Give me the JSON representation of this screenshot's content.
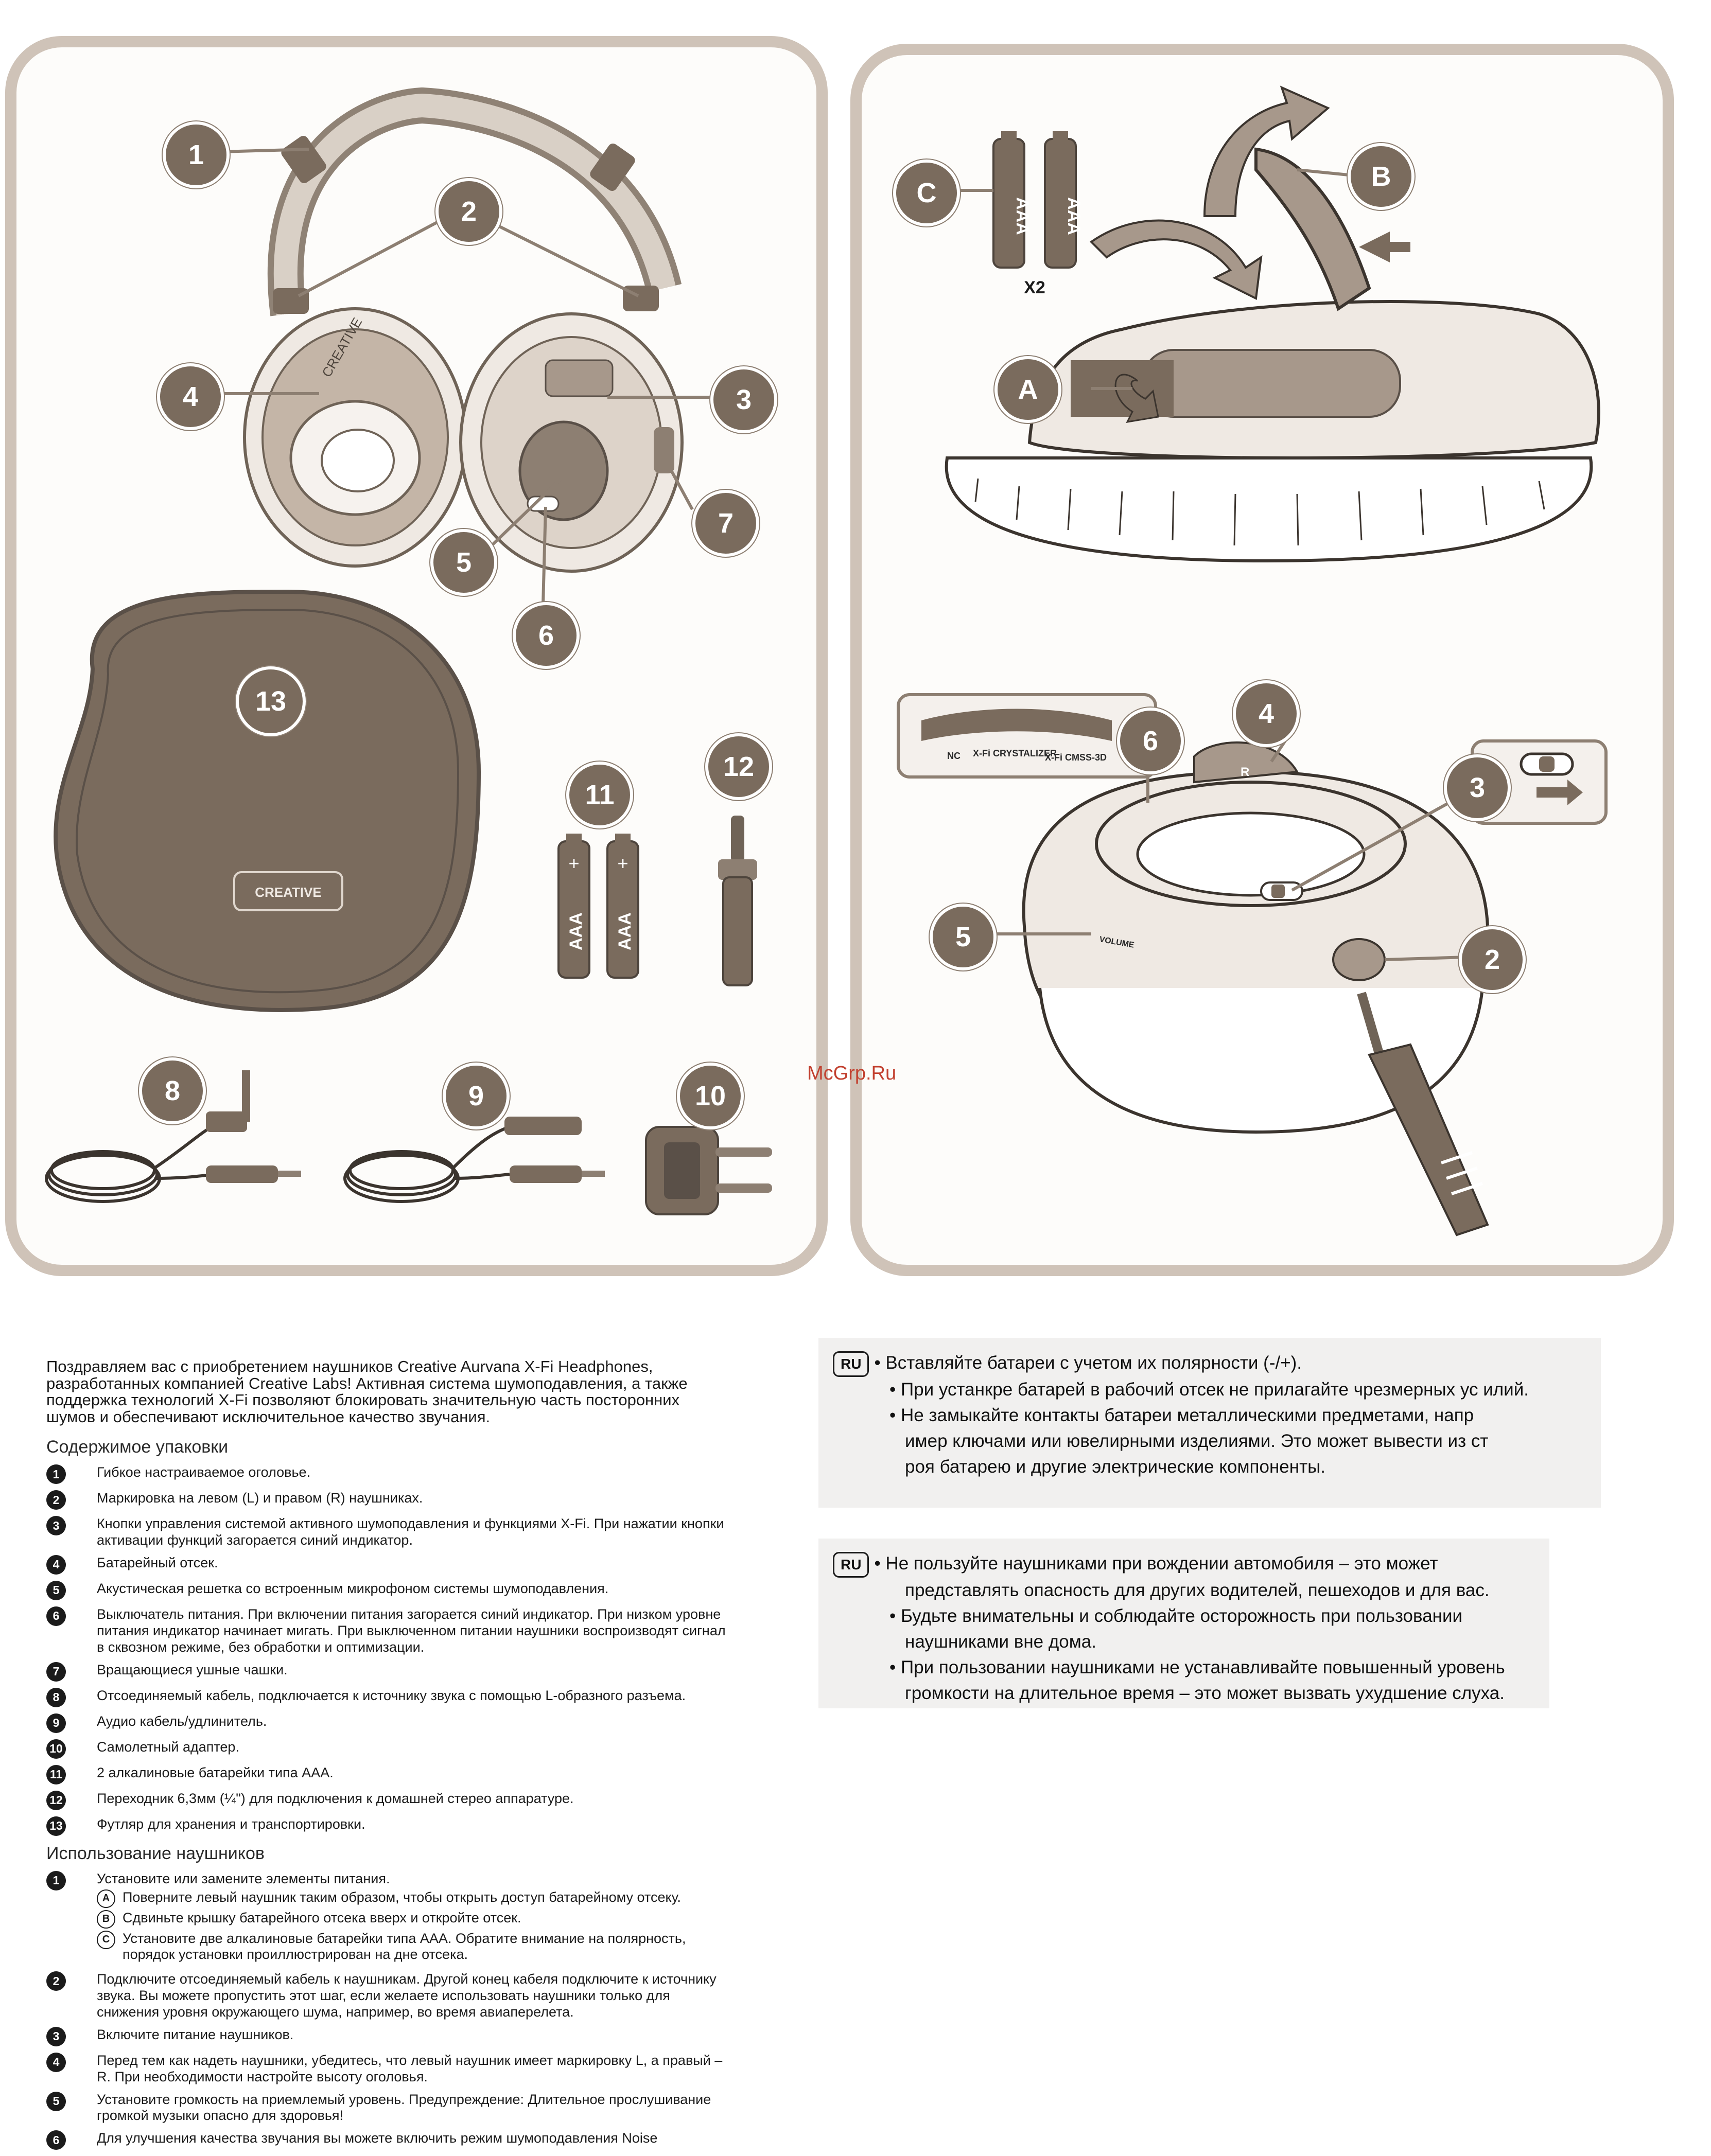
{
  "figure_left": {
    "callouts": [
      "1",
      "2",
      "3",
      "4",
      "5",
      "6",
      "7",
      "8",
      "9",
      "10",
      "11",
      "12",
      "13"
    ],
    "case_logo": "CREATIVE",
    "battery_label": "AAA",
    "battery_plus": "+"
  },
  "figure_right": {
    "callouts_top": [
      "A",
      "B",
      "C"
    ],
    "battery_label": "AAA",
    "battery_qty": "X2",
    "callouts_bottom": [
      "2",
      "3",
      "4",
      "5",
      "6"
    ],
    "button_labels": [
      "NC",
      "X-Fi CRYSTALIZER",
      "X-Fi CMSS-3D"
    ],
    "volume_label": "VOLUME",
    "ear_marker": "R"
  },
  "watermark": "McGrp.Ru",
  "manual": {
    "intro": "Поздравляем вас с приобретением наушников Creative Aurvana X-Fi Headphones, разработанных компанией Creative Labs! Активная система шумоподавления, а также поддержка технологий X-Fi позволяют блокировать значительную часть посторонних шумов и обеспечивают исключительное качество звучания.",
    "contents_title": "Содержимое упаковки",
    "contents": [
      {
        "n": "1",
        "text": "Гибкое настраиваемое оголовье."
      },
      {
        "n": "2",
        "text": "Маркировка на левом (L) и правом (R) наушниках."
      },
      {
        "n": "3",
        "text": "Кнопки управления системой активного шумоподавления и функциями X-Fi. При нажатии кнопки активации функций загорается синий индикатор."
      },
      {
        "n": "4",
        "text": "Батарейный отсек."
      },
      {
        "n": "5",
        "text": "Акустическая решетка со встроенным микрофоном системы шумоподавления."
      },
      {
        "n": "6",
        "text": "Выключатель питания. При включении питания загорается синий индикатор. При низком уровне питания индикатор начинает мигать. При выключенном питании наушники воспроизводят сигнал в сквозном режиме, без обработки и оптимизации."
      },
      {
        "n": "7",
        "text": "Вращающиеся ушные чашки."
      },
      {
        "n": "8",
        "text": "Отсоединяемый кабель, подключается к источнику звука с помощью L-образного разъема."
      },
      {
        "n": "9",
        "text": "Аудио кабель/удлинитель."
      },
      {
        "n": "10",
        "text": "Самолетный адаптер."
      },
      {
        "n": "11",
        "text": "2 алкалиновые батарейки типа AAA."
      },
      {
        "n": "12",
        "text": "Переходник 6,3мм (¼\") для подключения к домашней стерео аппаратуре."
      },
      {
        "n": "13",
        "text": "Футляр для хранения и транспортировки."
      }
    ],
    "usage_title": "Использование наушников",
    "usage": [
      {
        "n": "1",
        "text": "Установите или замените элементы питания.",
        "subs": [
          {
            "l": "A",
            "text": "Поверните левый наушник таким образом, чтобы открыть доступ батарейному отсеку."
          },
          {
            "l": "B",
            "text": "Сдвиньте крышку батарейного отсека вверх и откройте отсек."
          },
          {
            "l": "C",
            "text": "Установите две алкалиновые батарейки типа AAA. Обратите внимание на полярность, порядок установки проиллюстрирован на дне отсека."
          }
        ]
      },
      {
        "n": "2",
        "text": "Подключите отсоединяемый кабель к наушникам. Другой конец кабеля подключите к источнику звука. Вы можете пропустить этот шаг, если желаете использовать наушники только для снижения уровня окружающего шума, например, во время авиаперелета."
      },
      {
        "n": "3",
        "text": "Включите питание наушников."
      },
      {
        "n": "4",
        "text": "Перед тем как надеть наушники, убедитесь, что левый наушник имеет маркировку L, а правый – R. При необходимости настройте высоту оголовья."
      },
      {
        "n": "5",
        "text": "Установите громкость на приемлемый уровень. Предупреждение: Длительное прослушивание громкой музыки опасно для здоровья!"
      },
      {
        "n": "6",
        "text": "Для улучшения качества звучания вы можете включить режим шумоподавления Noise"
      }
    ]
  },
  "notes": [
    {
      "tag": "RU",
      "lines": [
        "• Вставляйте батареи с учетом их полярности (-/+).",
        "• При устанкре батарей в рабочий отсек не прилагайте чрезмерных ус илий.",
        "• Не замыкайте контакты батареи металлическими предметами, напр",
        "имер ключами или ювелирными изделиями. Это может вывести из ст",
        "роя батарею и другие электрические компоненты."
      ]
    },
    {
      "tag": "RU",
      "lines": [
        "• Не пользуйте наушниками при вождении автомобиля – это может",
        "представлять опасность для других водителей, пешеходов и для вас.",
        "• Будьте внимательны и соблюдайте осторожность при пользовании",
        "наушниками вне дома.",
        "• При пользовании наушниками не устанавливайте повышенный уровень",
        "громкости на длительное время – это может вызвать ухудшение слуха."
      ]
    }
  ]
}
